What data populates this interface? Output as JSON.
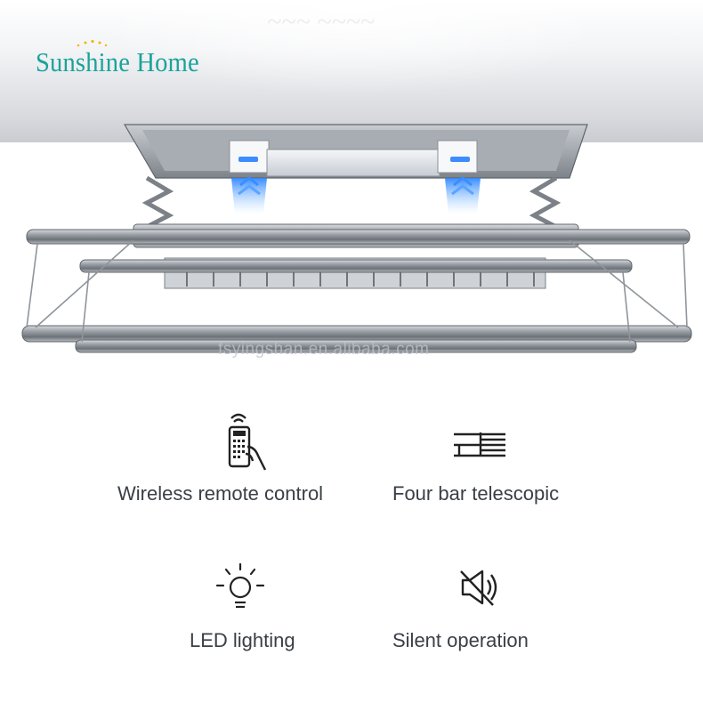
{
  "brand": {
    "name": "Sunshine Home",
    "color": "#1aa39a"
  },
  "watermark": "fsyingshan.en.alibaba.com",
  "product": {
    "image": "ceiling-mounted-clothes-drying-rack"
  },
  "features": [
    {
      "label": "Wireless remote control",
      "icon": "remote-control-icon"
    },
    {
      "label": "Four bar telescopic",
      "icon": "telescopic-bars-icon"
    },
    {
      "label": "LED lighting",
      "icon": "light-bulb-icon"
    },
    {
      "label": "Silent operation",
      "icon": "mute-speaker-icon"
    }
  ],
  "colors": {
    "text": "#3a3f45",
    "metal": "#8e9399",
    "light_blue": "#4aa6ff"
  }
}
